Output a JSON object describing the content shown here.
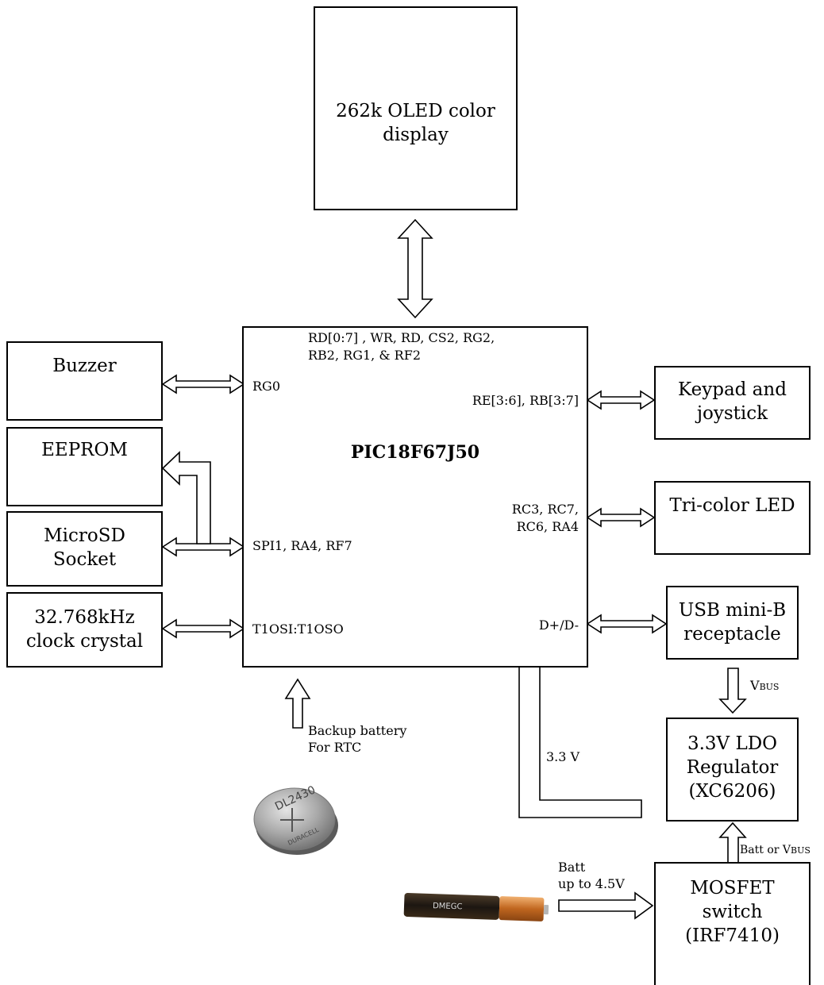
{
  "blocks": {
    "oled": "262k OLED color\ndisplay",
    "mcu": "PIC18F67J50",
    "buzzer": "Buzzer",
    "eeprom": "EEPROM",
    "microsd": "MicroSD\nSocket",
    "crystal": "32.768kHz\nclock crystal",
    "keypad": "Keypad and\njoystick",
    "led": "Tri-color LED",
    "usb": "USB mini-B\nreceptacle",
    "ldo": "3.3V LDO\nRegulator\n(XC6206)",
    "mosfet": "MOSFET\nswitch\n(IRF7410)"
  },
  "pins": {
    "display_bus": "RD[0:7] , WR, RD, CS2, RG2,\nRB2, RG1, & RF2",
    "buzzer": "RG0",
    "spi": "SPI1, RA4, RF7",
    "rtc": "T1OSI:T1OSO",
    "keypad": "RE[3:6], RB[3:7]",
    "led": "RC3, RC7,\nRC6, RA4",
    "usb": "D+/D-"
  },
  "labels": {
    "backup_battery": "Backup battery\nFor RTC",
    "supply": "3.3 V",
    "vbus_prefix": "V",
    "vbus_sub": "BUS",
    "batt_or_prefix": "Batt or V",
    "batt_or_sub": "BUS",
    "batt": "Batt\nup to 4.5V"
  },
  "images": {
    "coin_cell_print": "DL2430",
    "coin_cell_brand": "DURACELL",
    "aaa_brand": "DMEGC"
  }
}
